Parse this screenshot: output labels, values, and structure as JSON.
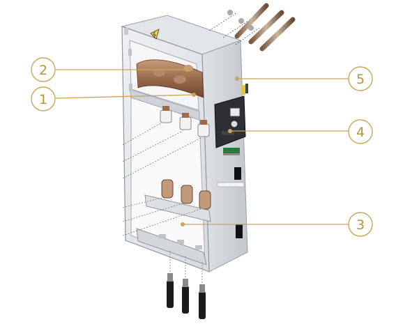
{
  "colors": {
    "callout": "#c9a55a",
    "callout_text": "#b8923a",
    "cabinet_front": "#e6e8ea",
    "cabinet_side": "#c9ccd0",
    "cabinet_edge": "#9aa0a6",
    "busbar": "#9a6b4a",
    "switch_panel": "#2c2f33",
    "cable": "#1b1b1b"
  },
  "callouts": [
    {
      "number": "2",
      "target": "busbar-chamber"
    },
    {
      "number": "1",
      "target": "busbar-support"
    },
    {
      "number": "5",
      "target": "cabinet-side-panel"
    },
    {
      "number": "4",
      "target": "operating-mechanism"
    },
    {
      "number": "3",
      "target": "cable-compartment"
    }
  ],
  "icons": {
    "warning": "lightning-warning-icon",
    "brand": "brand-logo-icon"
  }
}
